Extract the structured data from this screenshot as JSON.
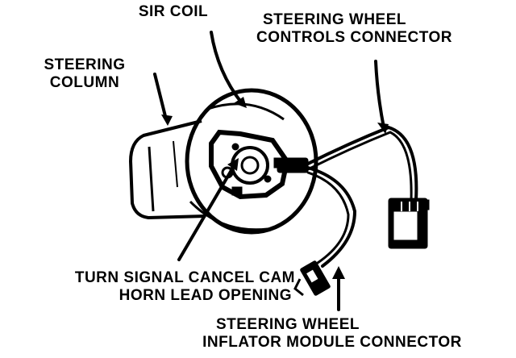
{
  "labels": {
    "sir_coil": "SIR COIL",
    "steering_wheel_controls_connector": [
      "STEERING WHEEL",
      "CONTROLS CONNECTOR"
    ],
    "steering_column": [
      "STEERING",
      "COLUMN"
    ],
    "turn_signal_cancel_cam": "TURN SIGNAL CANCEL CAM",
    "horn_lead_opening": "HORN LEAD OPENING",
    "steering_wheel_inflator_module_connector": [
      "STEERING WHEEL",
      "INFLATOR MODULE CONNECTOR"
    ]
  },
  "colors": {
    "ink": "#000000",
    "paper": "#ffffff"
  }
}
